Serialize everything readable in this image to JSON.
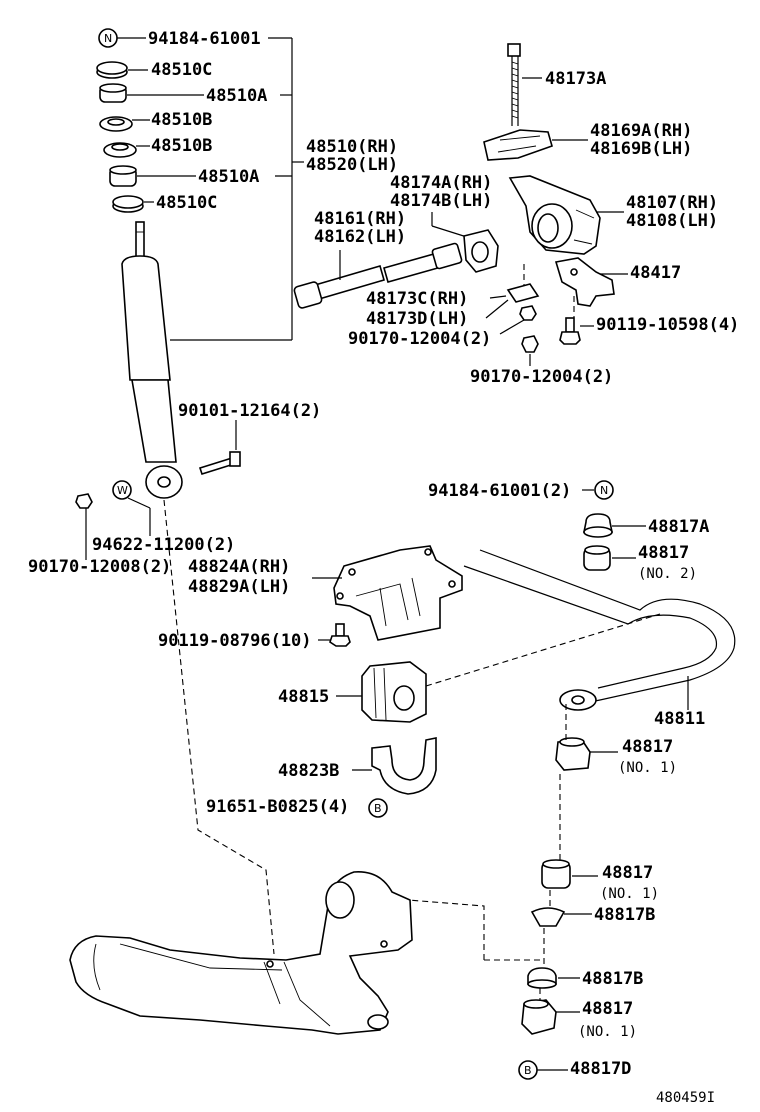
{
  "labels": {
    "p94184_61001": "94184-61001",
    "p48510C_a": "48510C",
    "p48510A_a": "48510A",
    "p48510B_a": "48510B",
    "p48510B_b": "48510B",
    "p48510A_b": "48510A",
    "p48510C_b": "48510C",
    "p48510_rh": "48510(RH)",
    "p48520_lh": "48520(LH)",
    "p48173A": "48173A",
    "p48169A_rh": "48169A(RH)",
    "p48169B_lh": "48169B(LH)",
    "p48174A_rh": "48174A(RH)",
    "p48174B_lh": "48174B(LH)",
    "p48107_rh": "48107(RH)",
    "p48108_lh": "48108(LH)",
    "p48161_rh": "48161(RH)",
    "p48162_lh": "48162(LH)",
    "p48417": "48417",
    "p48173C_rh": "48173C(RH)",
    "p48173D_lh": "48173D(LH)",
    "p90119_10598": "90119-10598(4)",
    "p90170_12004_a": "90170-12004(2)",
    "p90170_12004_b": "90170-12004(2)",
    "p90101_12164": "90101-12164(2)",
    "p94184_61001_2": "94184-61001(2)",
    "p94622_11200": "94622-11200(2)",
    "p90170_12008": "90170-12008(2)",
    "p48817A": "48817A",
    "p48817_a": "48817",
    "no2": "(NO. 2)",
    "p48824A_rh": "48824A(RH)",
    "p48829A_lh": "48829A(LH)",
    "p90119_08796": "90119-08796(10)",
    "p48815": "48815",
    "p48811": "48811",
    "p48817_b": "48817",
    "no1_a": "(NO. 1)",
    "p48823B": "48823B",
    "p91651_B0825": "91651-B0825(4)",
    "p48817_c": "48817",
    "no1_b": "(NO. 1)",
    "p48817B_a": "48817B",
    "p48817B_b": "48817B",
    "p48817_d": "48817",
    "no1_c": "(NO. 1)",
    "p48817D": "48817D",
    "ref": "480459I"
  },
  "symbols": {
    "N": "N",
    "W": "W",
    "B": "B"
  }
}
